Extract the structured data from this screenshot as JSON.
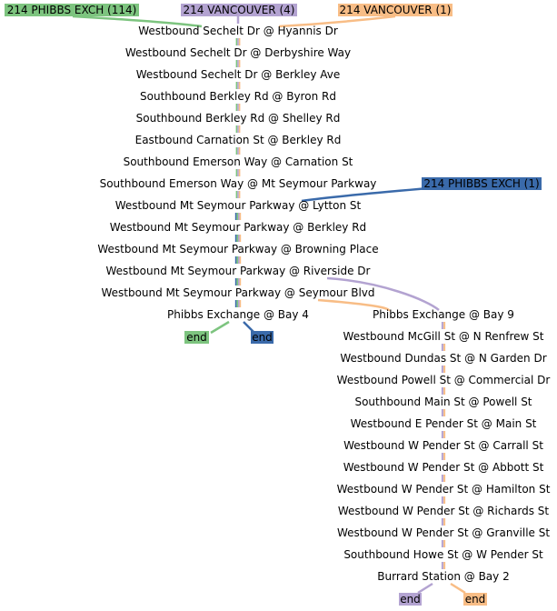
{
  "colors": {
    "green": "#7dc47f",
    "purple": "#b3a3d1",
    "orange": "#f8bd86",
    "blue": "#3a6aaa"
  },
  "top_badges": [
    {
      "text": "214 PHIBBS EXCH (114)",
      "color": "green"
    },
    {
      "text": "214 VANCOUVER (4)",
      "color": "purple"
    },
    {
      "text": "214 VANCOUVER (1)",
      "color": "orange"
    }
  ],
  "side_badge": {
    "text": "214 PHIBBS EXCH (1)",
    "color": "blue"
  },
  "trunk_stops": [
    "Westbound Sechelt Dr @ Hyannis Dr",
    "Westbound Sechelt Dr @ Derbyshire Way",
    "Westbound Sechelt Dr @ Berkley Ave",
    "Southbound Berkley Rd @ Byron Rd",
    "Southbound Berkley Rd @ Shelley Rd",
    "Eastbound Carnation St @ Berkley Rd",
    "Southbound Emerson Way @ Carnation St",
    "Southbound Emerson Way @ Mt Seymour Parkway",
    "Westbound Mt Seymour Parkway @ Lytton St",
    "Westbound Mt Seymour Parkway @ Berkley Rd",
    "Westbound Mt Seymour Parkway @ Browning Place",
    "Westbound Mt Seymour Parkway @ Riverside Dr",
    "Westbound Mt Seymour Parkway @ Seymour Blvd",
    "Phibbs Exchange @ Bay 4"
  ],
  "branch_stops": [
    "Phibbs Exchange @ Bay 9",
    "Westbound McGill St @ N Renfrew St",
    "Westbound Dundas St @ N Garden Dr",
    "Westbound Powell St @ Commercial Dr",
    "Southbound Main St @ Powell St",
    "Westbound E Pender St @ Main St",
    "Westbound W Pender St @ Carrall St",
    "Westbound W Pender St @ Abbott St",
    "Westbound W Pender St @ Hamilton St",
    "Westbound W Pender St @ Richards St",
    "Westbound W Pender St @ Granville St",
    "Southbound Howe St @ W Pender St",
    "Burrard Station @ Bay 2"
  ],
  "end_badges": {
    "trunk": [
      {
        "text": "end",
        "color": "green"
      },
      {
        "text": "end",
        "color": "blue"
      }
    ],
    "branch": [
      {
        "text": "end",
        "color": "purple"
      },
      {
        "text": "end",
        "color": "orange"
      }
    ]
  }
}
